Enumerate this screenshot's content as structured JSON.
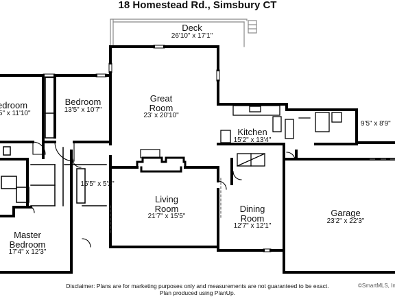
{
  "title": "18 Homestead Rd., Simsbury CT",
  "rooms": {
    "deck": {
      "name": "Deck",
      "dims": "26'10\" x 17'1\""
    },
    "bedroom_left": {
      "name": "edroom",
      "dims": "'5\" x 11'10\""
    },
    "bedroom": {
      "name": "Bedroom",
      "dims": "13'5\" x 10'7\""
    },
    "great_room": {
      "name_line1": "Great",
      "name_line2": "Room",
      "dims": "23' x 20'10\""
    },
    "kitchen": {
      "name": "Kitchen",
      "dims": "15'2\" x 13'4\""
    },
    "small_room": {
      "dims": "9'5\" x 8'9\""
    },
    "hall": {
      "dims": "15'5\" x 5'2\""
    },
    "living_room": {
      "name_line1": "Living",
      "name_line2": "Room",
      "dims": "21'7\" x 15'5\""
    },
    "dining_room": {
      "name_line1": "Dining",
      "name_line2": "Room",
      "dims": "12'7\" x 12'1\""
    },
    "garage": {
      "name": "Garage",
      "dims": "23'2\" x 22'3\""
    },
    "master_bedroom": {
      "name_line1": "Master",
      "name_line2": "Bedroom",
      "dims": "17'4\" x 12'3\""
    }
  },
  "disclaimer": {
    "line1": "Disclaimer: Plans are for marketing purposes only and measurements are not guaranteed to be exact.",
    "line2": "Plan produced using PlanUp."
  },
  "copyright": "©SmartMLS, In"
}
